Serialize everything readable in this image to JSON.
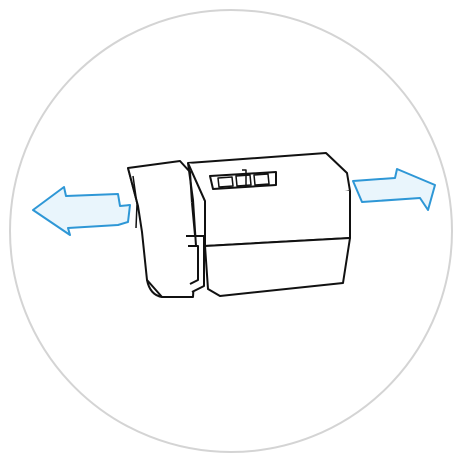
{
  "illustration": {
    "subject": "device-slide-apart",
    "colors": {
      "background": "#ffffff",
      "circle_outline": "#d4d4d4",
      "arrow_fill": "#e9f5fc",
      "arrow_stroke": "#2e97d6",
      "device_fill": "#ffffff",
      "device_stroke": "#111111"
    },
    "arrows": [
      {
        "name": "left-arrow",
        "direction": "left"
      },
      {
        "name": "right-arrow",
        "direction": "right"
      }
    ]
  }
}
